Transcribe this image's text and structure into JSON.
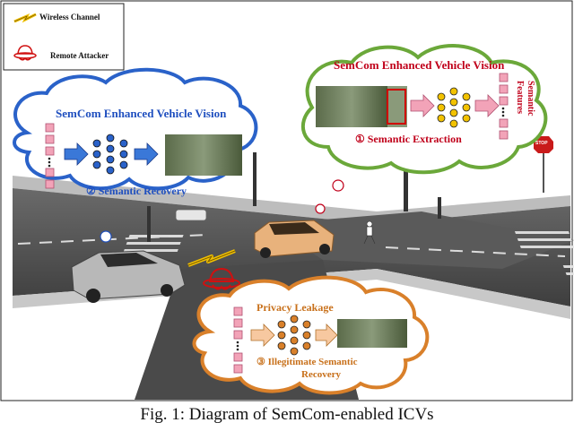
{
  "legend": {
    "wireless": "Wireless Channel",
    "attacker": "Remote Attacker"
  },
  "top_right": {
    "title": "SemCom Enhanced Vehicle Vision",
    "step": "① Semantic Extraction",
    "side_label_1": "Semantic",
    "side_label_2": "Features"
  },
  "top_left": {
    "title": "SemCom Enhanced Vehicle Vision",
    "step": "② Semantic Recovery"
  },
  "bottom": {
    "title": "Privacy Leakage",
    "step_line1": "③ Illegitimate Semantic",
    "step_line2": "Recovery"
  },
  "stop_sign": "STOP",
  "caption": "Fig. 1: Diagram of SemCom-enabled ICVs",
  "colors": {
    "red_title": "#c0001a",
    "blue_title": "#1f4fbf",
    "orange_title": "#c8701a",
    "feature_box": "#f2a3b8"
  }
}
